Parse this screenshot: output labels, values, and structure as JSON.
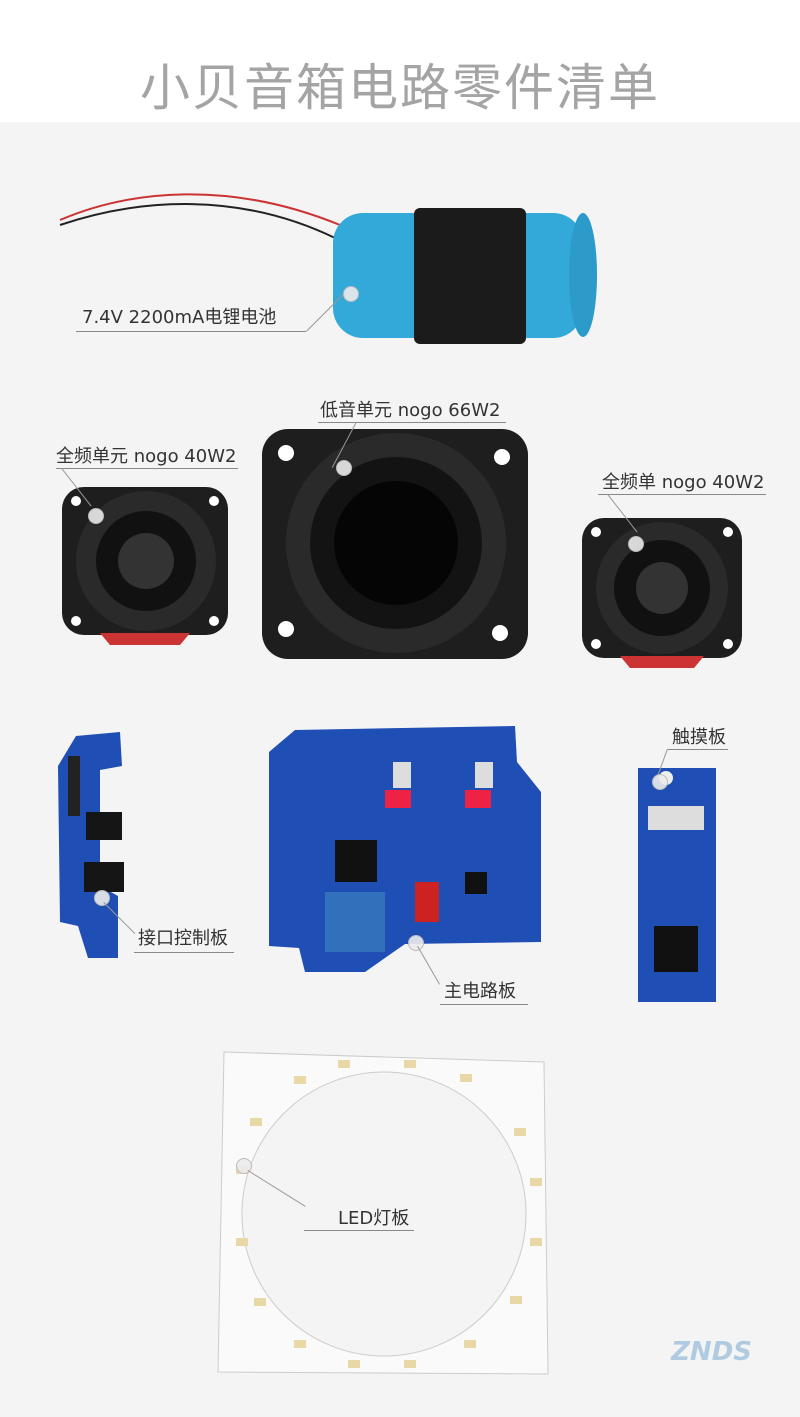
{
  "title": "小贝音箱电路零件清单",
  "parts": {
    "battery": "7.4V 2200mA电锂电池",
    "woofer": "低音单元 nogo 66W2",
    "left_fullrange": "全频单元 nogo  40W2",
    "right_fullrange": "全频单 nogo 40W2",
    "interface_board": "接口控制板",
    "main_board": "主电路板",
    "touch_board": "触摸板",
    "led_board": "LED灯板"
  },
  "colors": {
    "title": "#a4a4a4",
    "battery": "#33a9d9",
    "pcb": "#1f4fb4",
    "speaker": "#222222"
  }
}
